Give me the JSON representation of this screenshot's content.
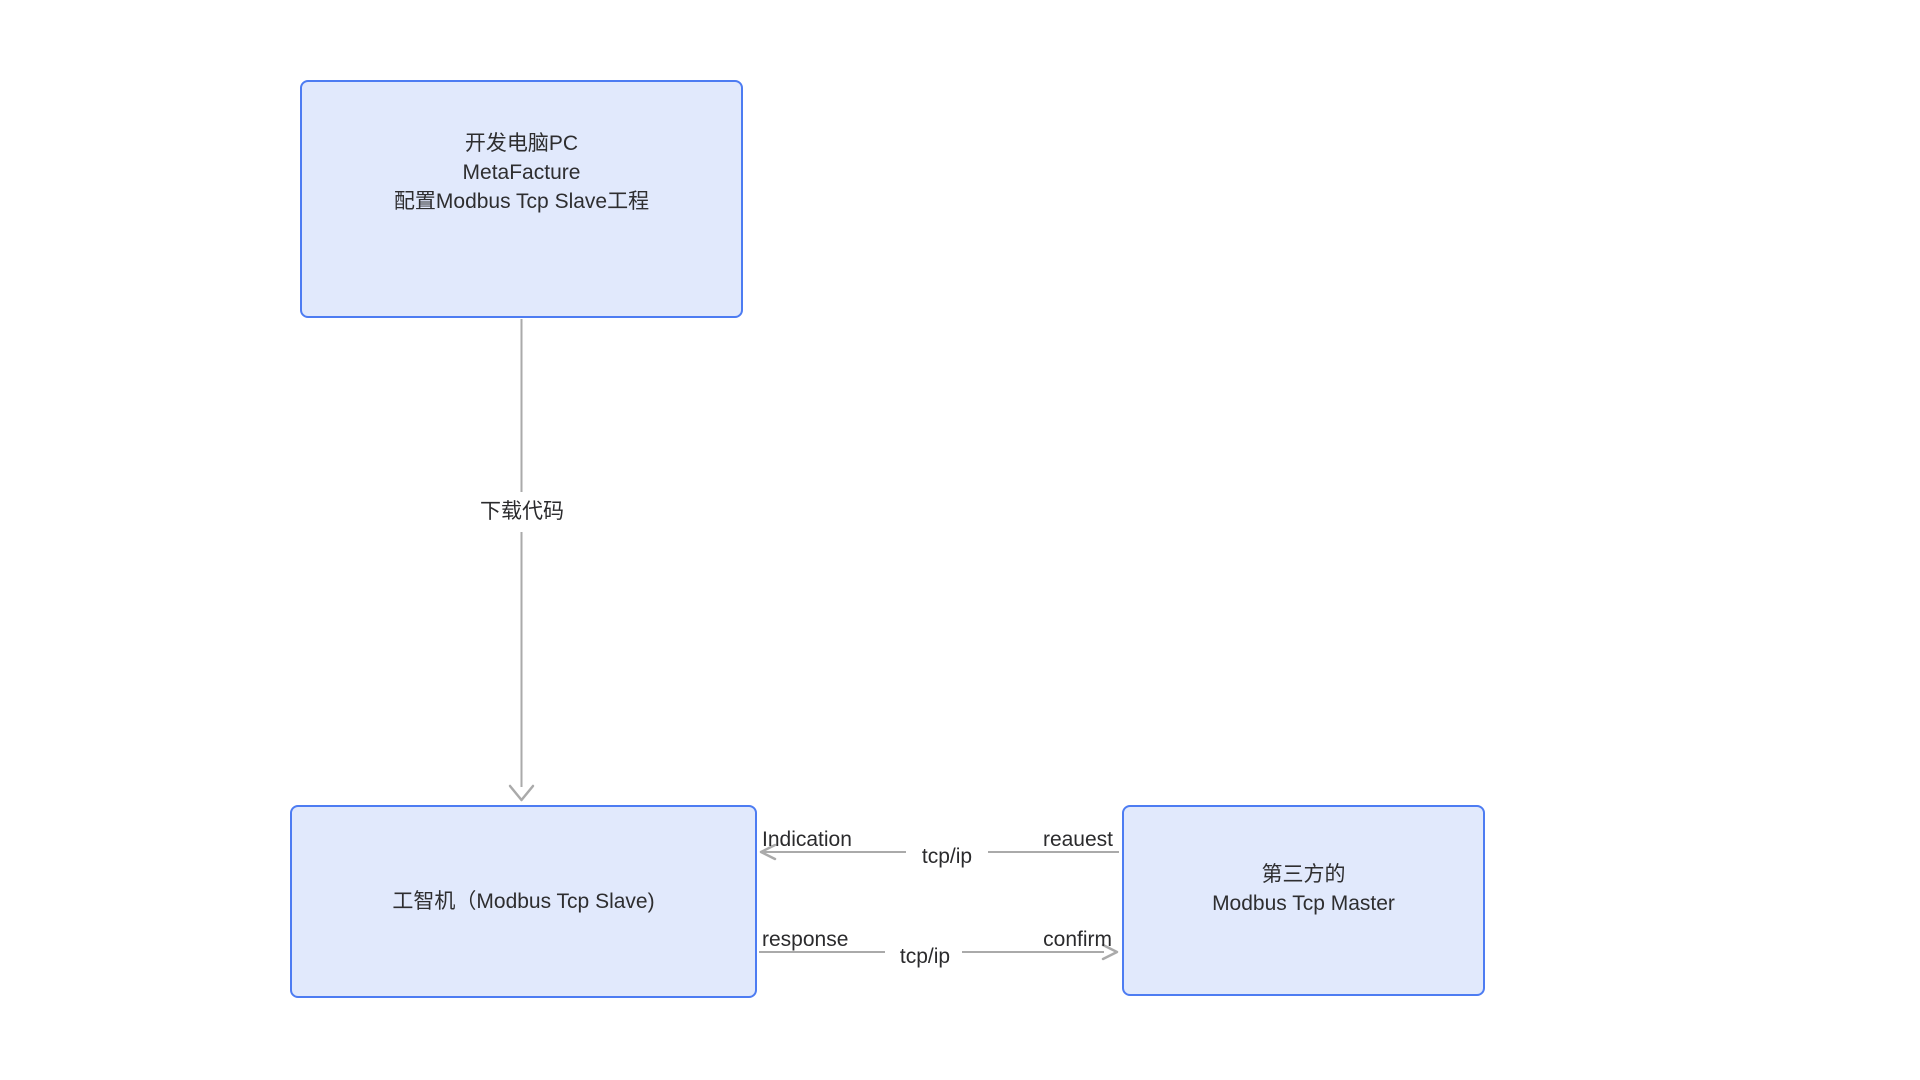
{
  "diagram": {
    "nodes": {
      "dev_pc": {
        "lines": [
          "开发电脑PC",
          "MetaFacture",
          "配置Modbus Tcp Slave工程"
        ]
      },
      "slave": {
        "label": "工智机（Modbus Tcp Slave)"
      },
      "master": {
        "lines": [
          "第三方的",
          "Modbus Tcp Master"
        ]
      }
    },
    "edges": {
      "download": {
        "label": "下载代码",
        "direction": "dev_pc -> slave"
      },
      "indication": {
        "start_label": "Indication",
        "mid_label": "tcp/ip",
        "end_label": "reauest",
        "direction": "master -> slave"
      },
      "response": {
        "start_label": "response",
        "mid_label": "tcp/ip",
        "end_label": "confirm",
        "direction": "slave -> master"
      }
    }
  },
  "colors": {
    "node_fill": "#e1e9fc",
    "node_border": "#4d7cf2",
    "edge": "#aaaaaa",
    "text": "#2e2e30",
    "canvas_bg": "#ffffff"
  }
}
